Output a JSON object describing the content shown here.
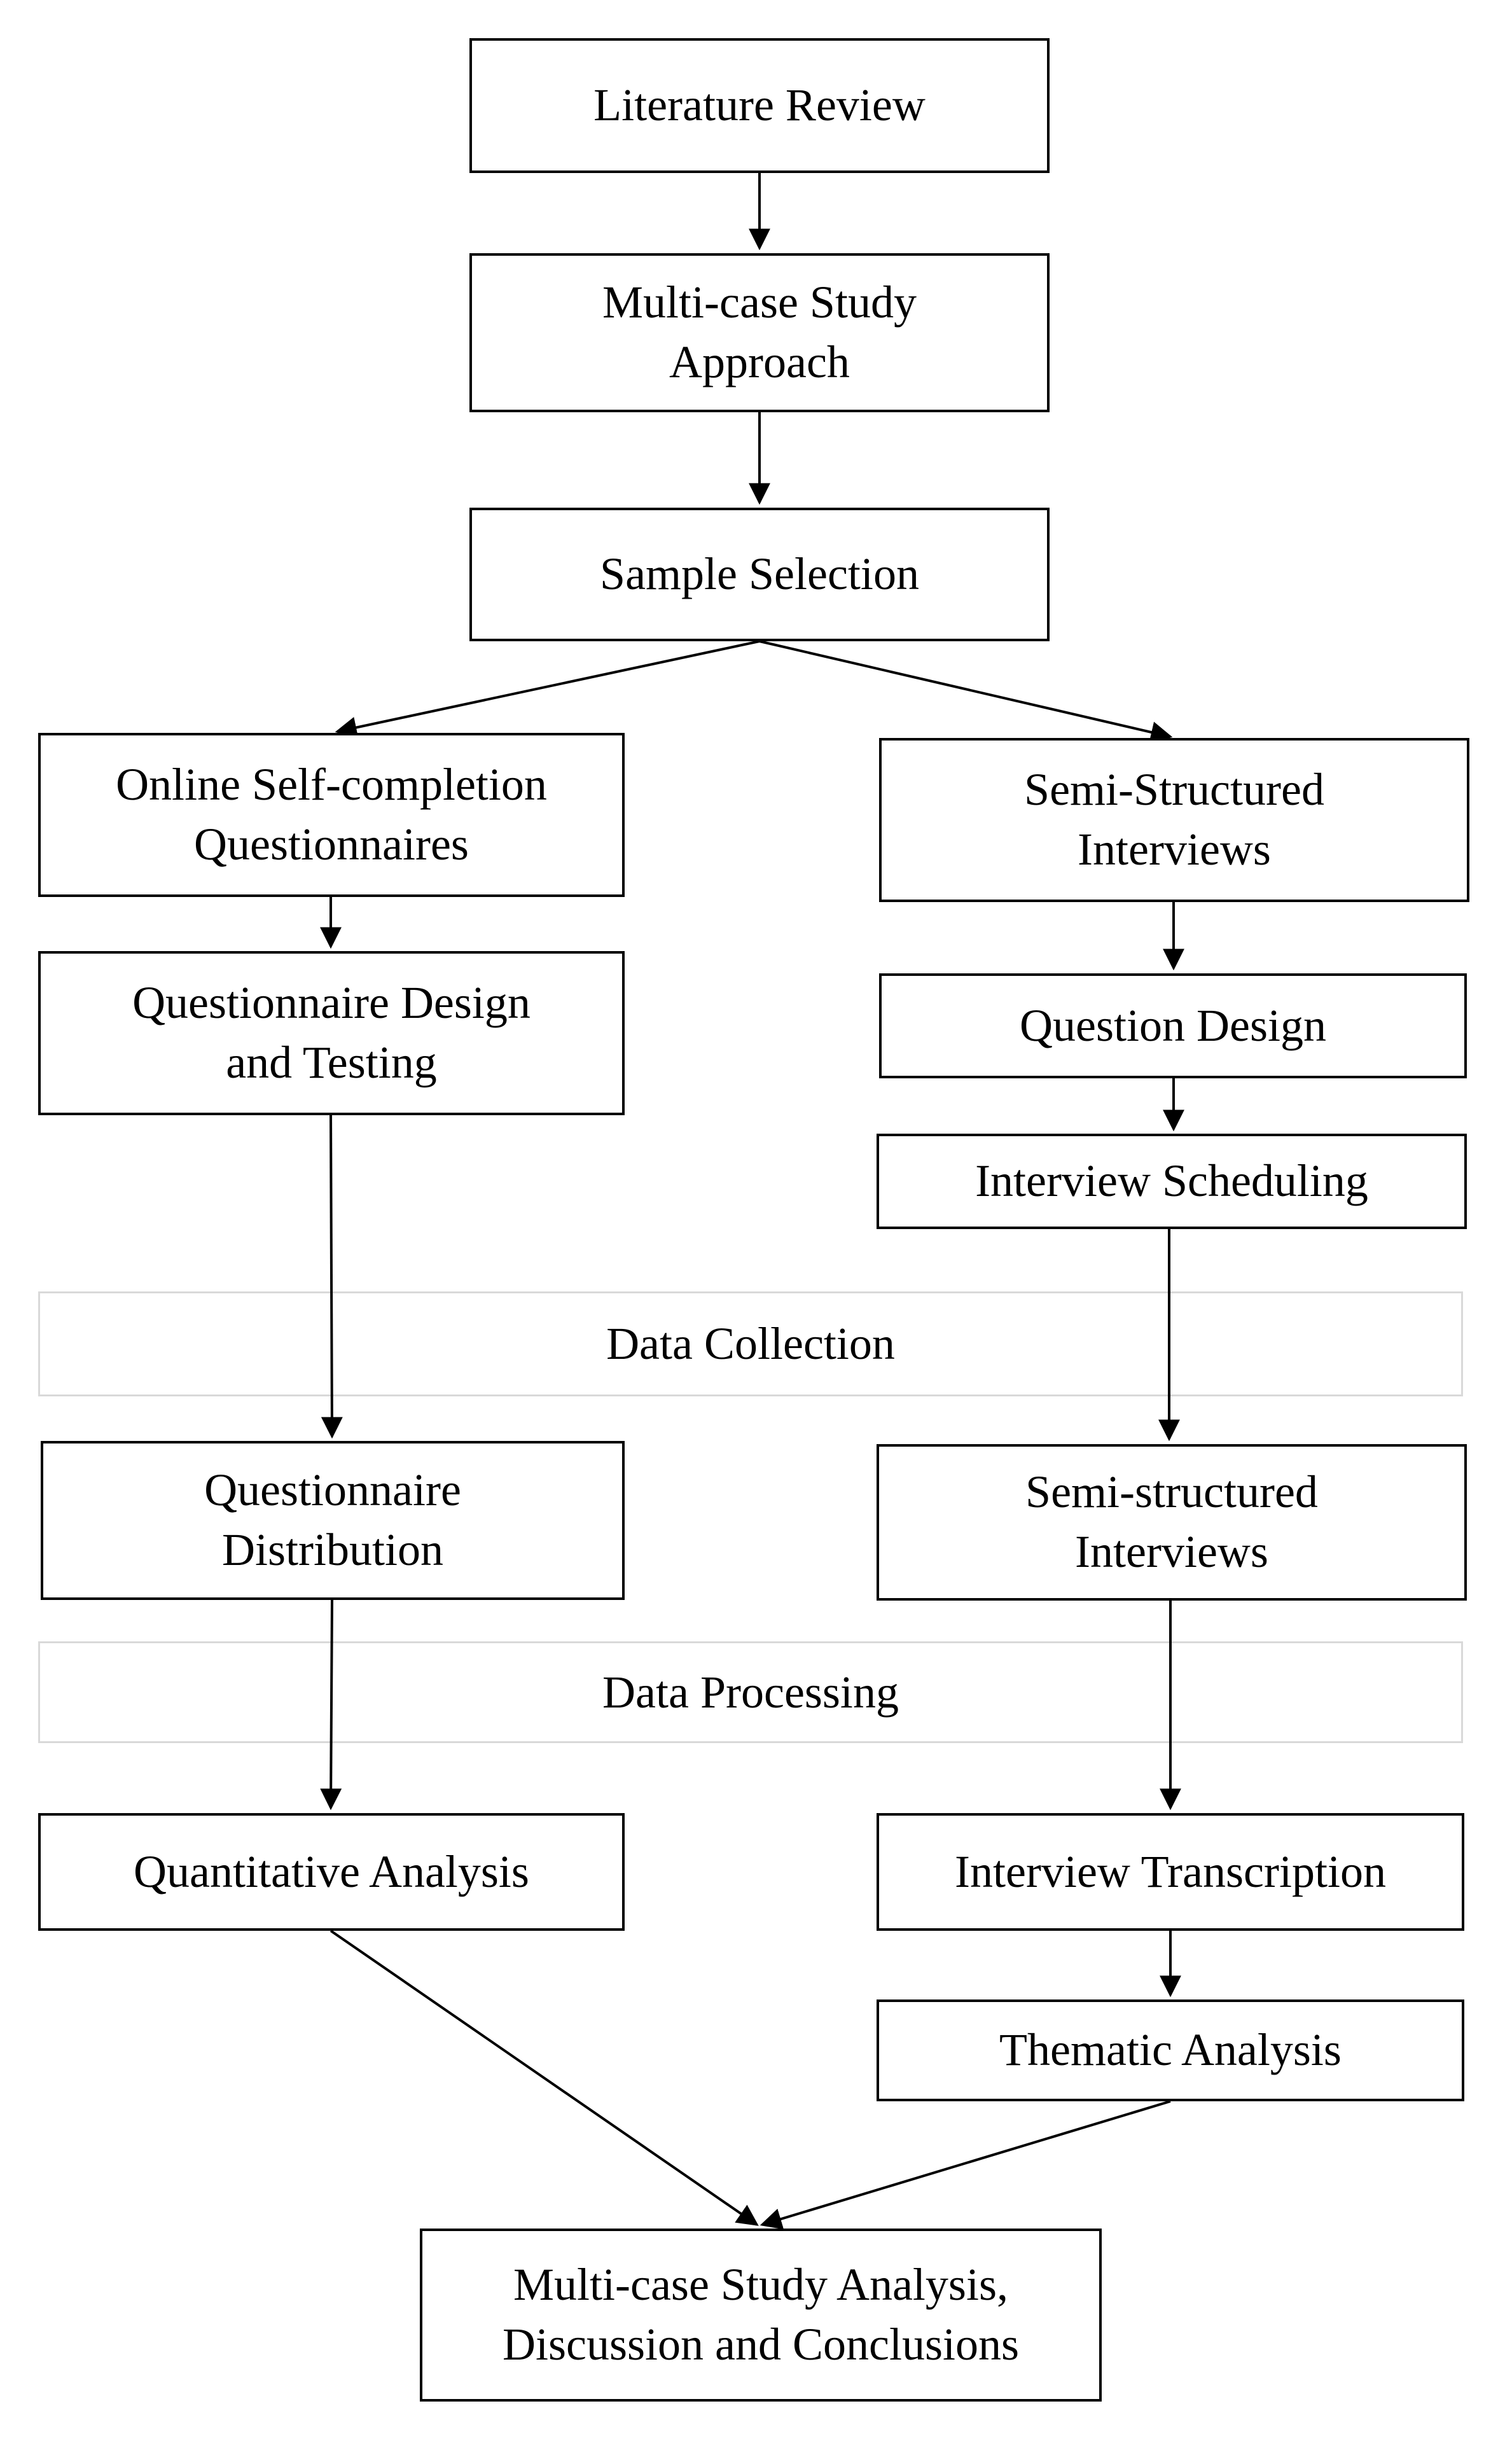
{
  "nodes": {
    "literature_review": "Literature Review",
    "multi_case_approach": "Multi-case Study\nApproach",
    "sample_selection": "Sample Selection",
    "online_questionnaires": "Online Self-completion\nQuestionnaires",
    "semi_structured_interviews_design": "Semi-Structured\nInterviews",
    "questionnaire_design_testing": "Questionnaire Design\nand Testing",
    "question_design": "Question Design",
    "interview_scheduling": "Interview Scheduling",
    "questionnaire_distribution": "Questionnaire\nDistribution",
    "semi_structured_interviews_collection": "Semi-structured\nInterviews",
    "quantitative_analysis": "Quantitative Analysis",
    "interview_transcription": "Interview Transcription",
    "thematic_analysis": "Thematic Analysis",
    "final_analysis": "Multi-case Study Analysis,\nDiscussion and Conclusions"
  },
  "bands": {
    "data_collection": "Data Collection",
    "data_processing": "Data Processing"
  },
  "colors": {
    "stroke": "#000000",
    "band_border": "#d9d9d9"
  }
}
